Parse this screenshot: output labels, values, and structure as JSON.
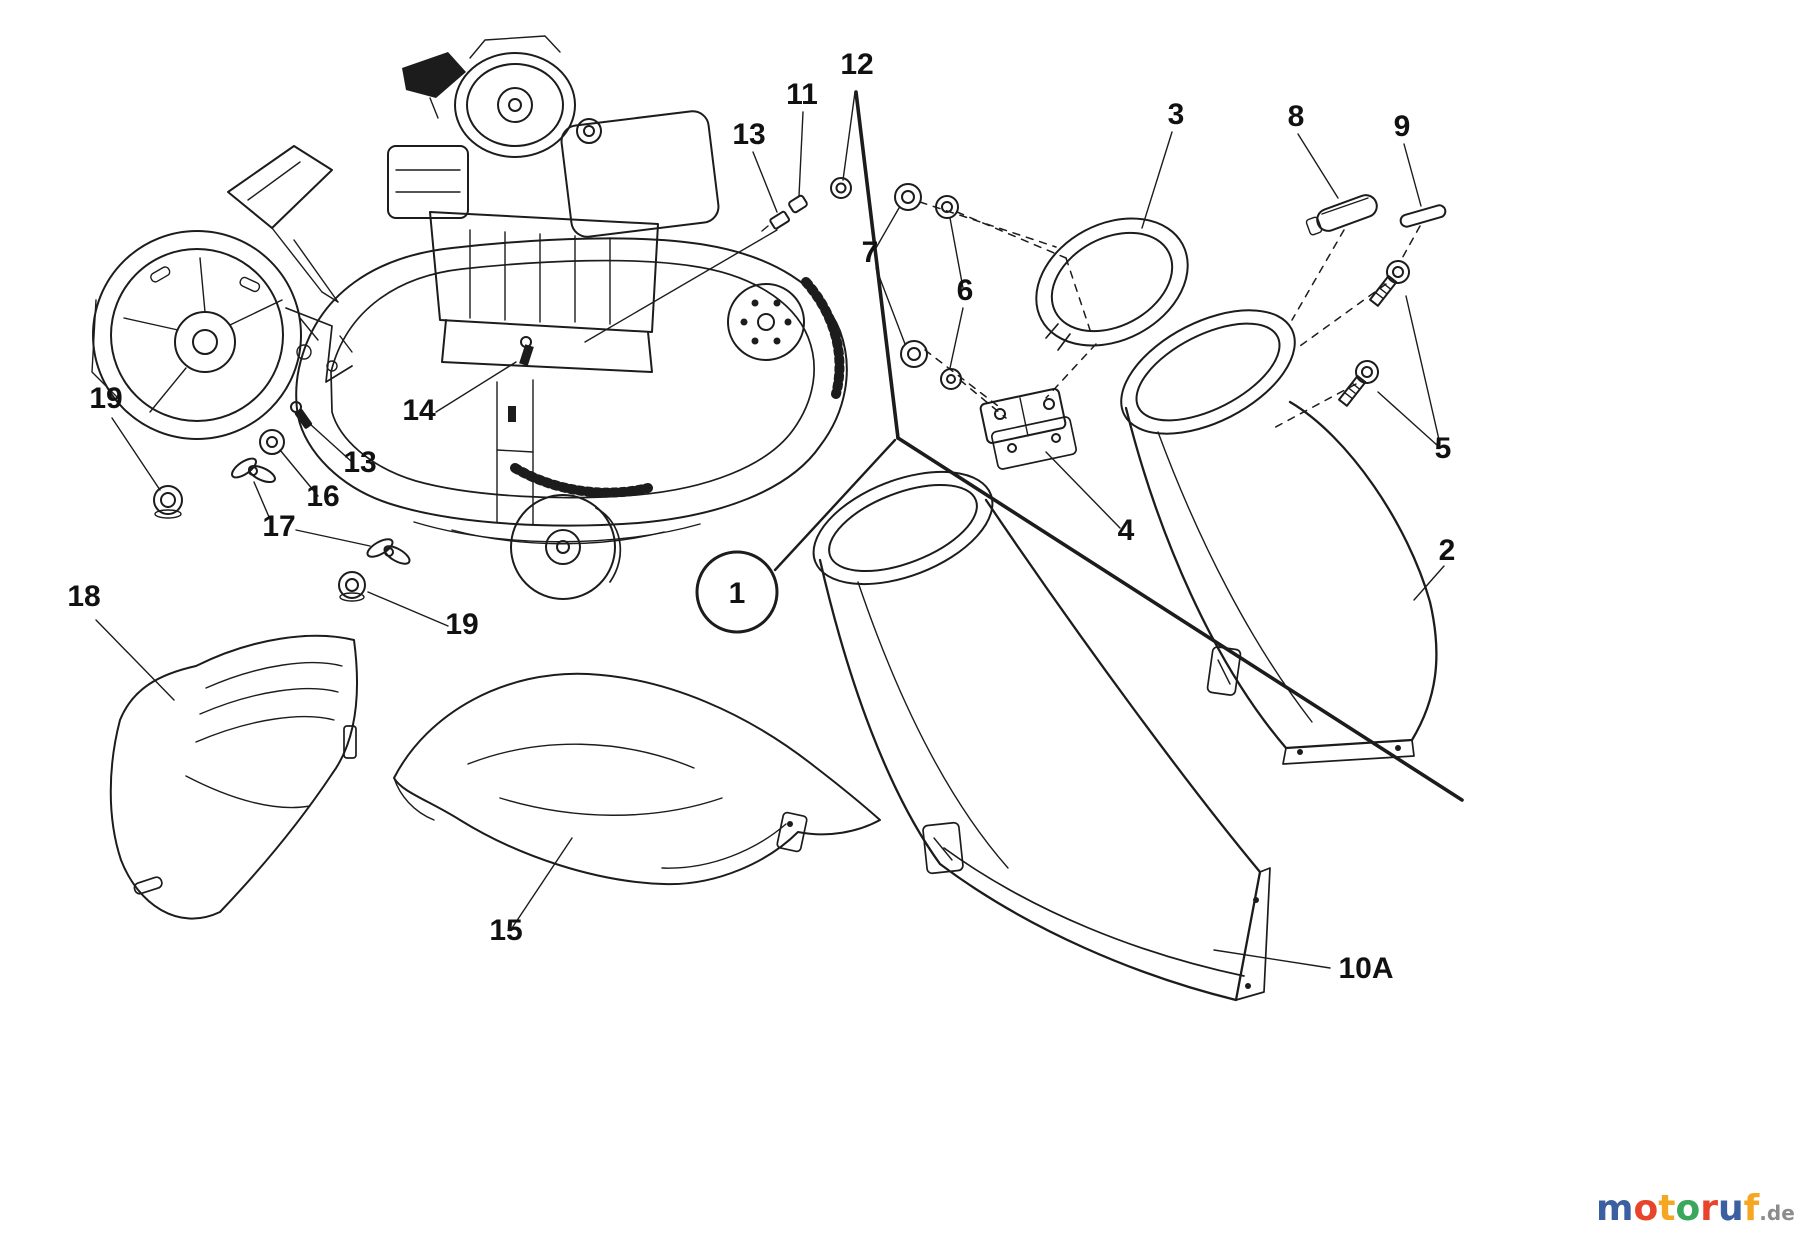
{
  "colors": {
    "background": "#ffffff",
    "line": "#1c1c1c",
    "label": "#111111"
  },
  "callouts": [
    "1",
    "2",
    "3",
    "4",
    "5",
    "6",
    "7",
    "8",
    "9",
    "10A",
    "11",
    "12",
    "13",
    "13",
    "14",
    "15",
    "16",
    "17",
    "18",
    "19",
    "19"
  ],
  "watermark": {
    "letters": [
      {
        "ch": "m",
        "color": "#3b5fa0"
      },
      {
        "ch": "o",
        "color": "#e8442c"
      },
      {
        "ch": "t",
        "color": "#f5a623"
      },
      {
        "ch": "o",
        "color": "#3aa75c"
      },
      {
        "ch": "r",
        "color": "#e8442c"
      },
      {
        "ch": "u",
        "color": "#3b5fa0"
      },
      {
        "ch": "f",
        "color": "#f5a623"
      }
    ],
    "suffix": ".de",
    "suffix_color": "#8c8c8c"
  }
}
